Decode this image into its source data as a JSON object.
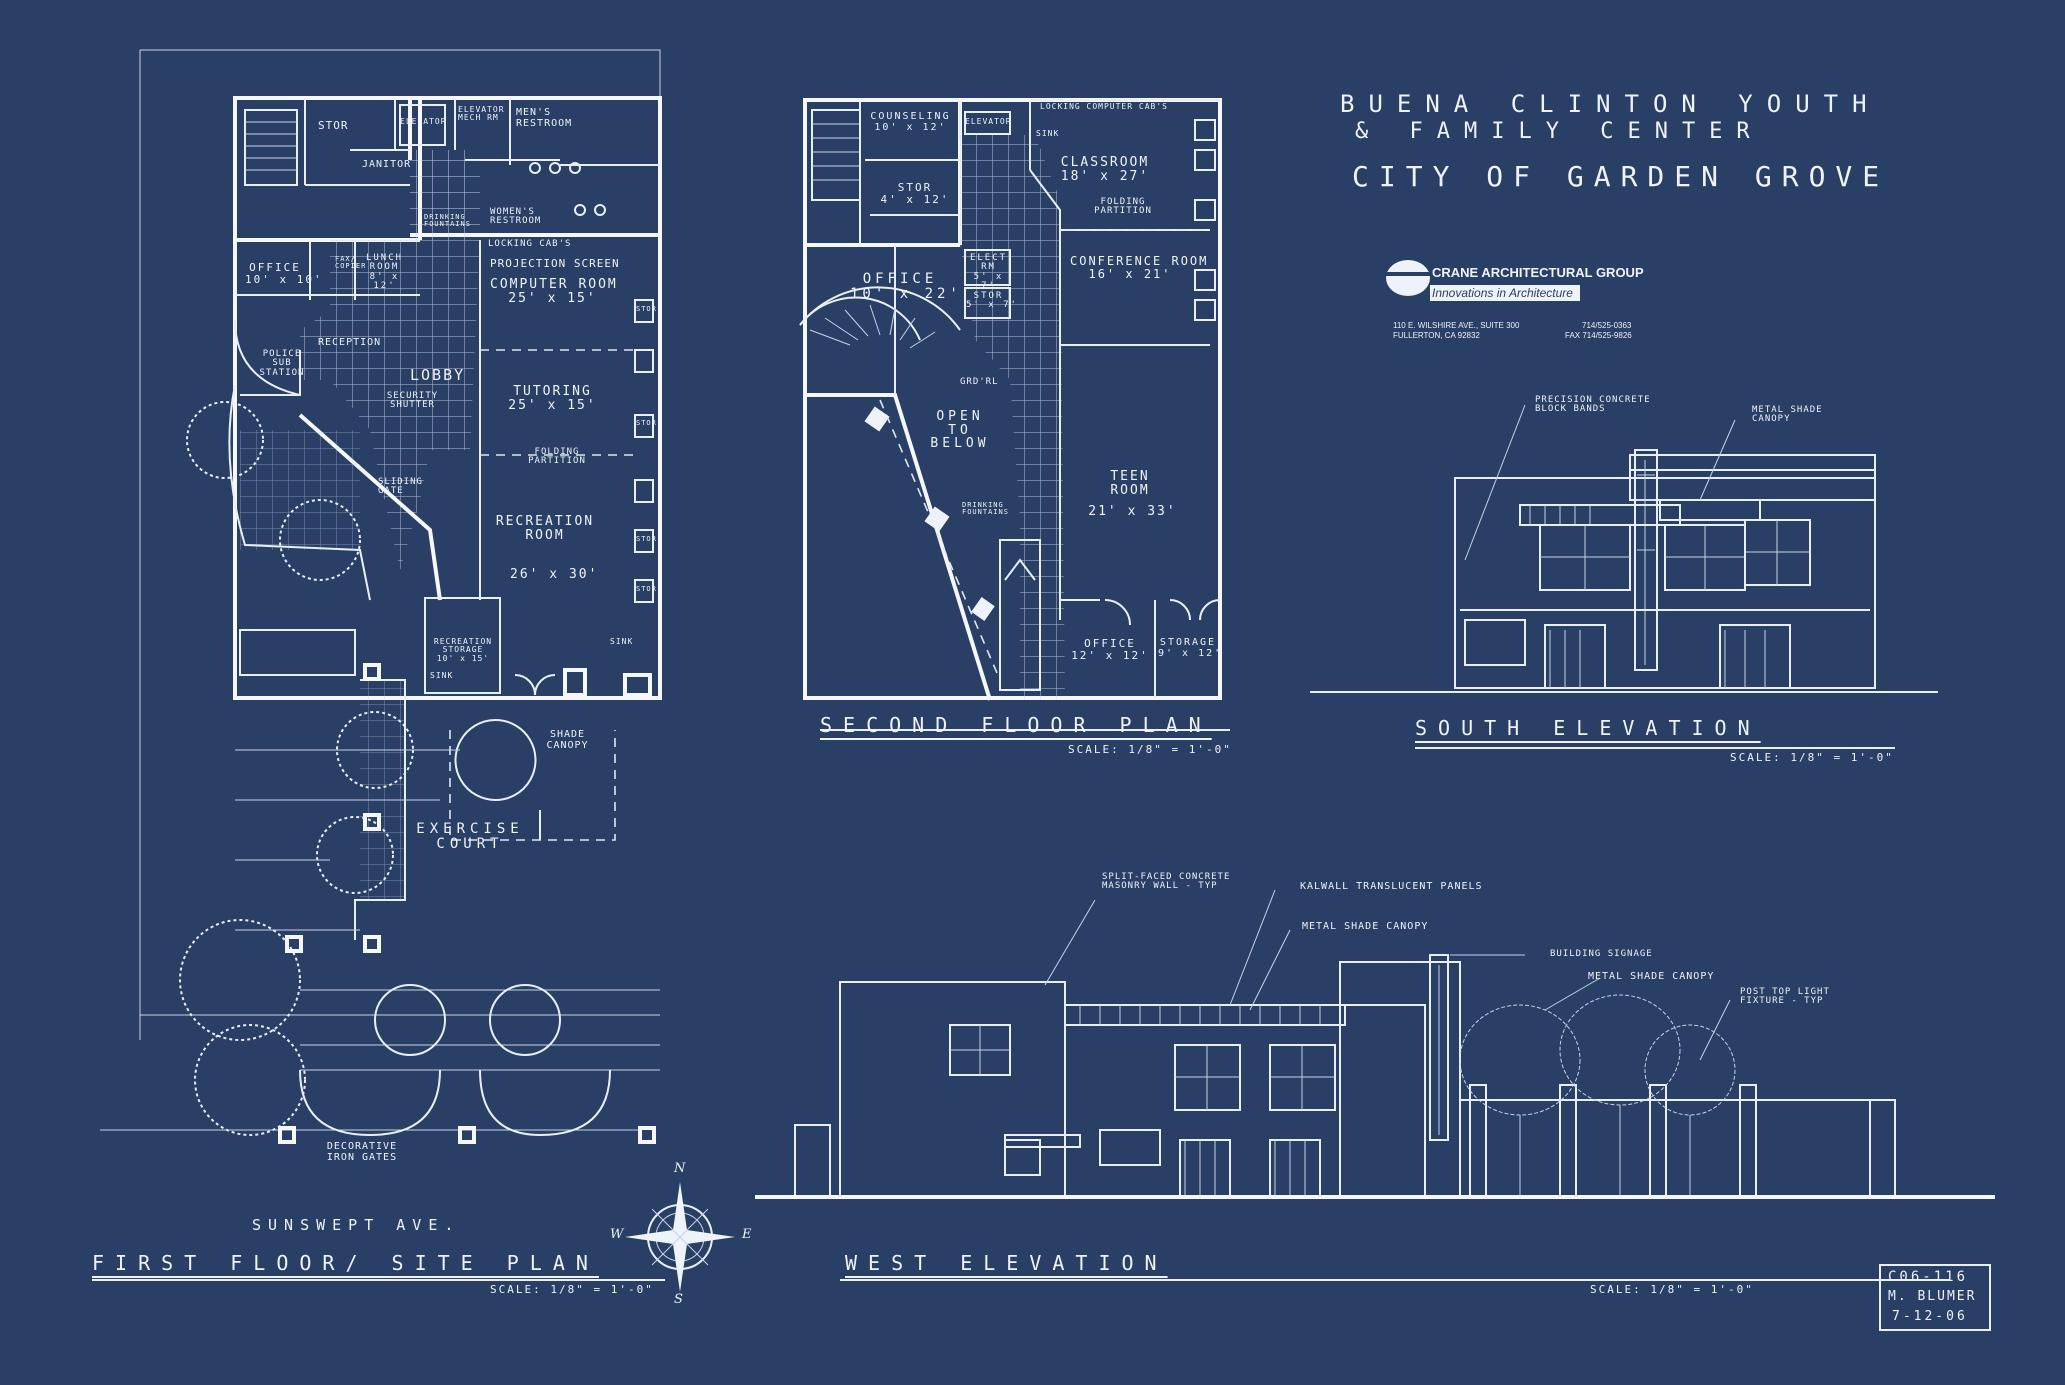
{
  "project_title": {
    "line1": "BUENA CLINTON YOUTH",
    "line2": "& FAMILY CENTER",
    "line3": "CITY OF GARDEN GROVE"
  },
  "firm": {
    "name": "CRANE ARCHITECTURAL GROUP",
    "tagline": "Innovations in Architecture",
    "address1": "110 E. WILSHIRE AVE., SUITE 300",
    "address2": "FULLERTON, CA 92832",
    "phone": "714/525-0363",
    "fax": "FAX 714/525-9826"
  },
  "first_floor": {
    "title": "FIRST FLOOR/ SITE PLAN",
    "scale": "SCALE: 1/8\" = 1'-0\"",
    "rooms": {
      "stor": "STOR",
      "elevator": "ELEVATOR",
      "elev_mech": "ELEVATOR MECH RM",
      "mens": "MEN'S RESTROOM",
      "janitor": "JANITOR",
      "drinking": "DRINKING FOUNTAINS",
      "womens": "WOMEN'S RESTROOM",
      "office": "OFFICE",
      "office_size": "10' x 10'",
      "fax_copier": "FAX/ COPIER",
      "lunch": "LUNCH ROOM",
      "lunch_size": "8' x 12'",
      "locking_cabs": "LOCKING CAB'S",
      "projection": "PROJECTION SCREEN",
      "computer": "COMPUTER ROOM",
      "computer_size": "25' x 15'",
      "reception": "RECEPTION",
      "police": "POLICE SUB STATION",
      "lobby": "LOBBY",
      "security": "SECURITY SHUTTER",
      "tutoring": "TUTORING",
      "tutoring_size": "25' x 15'",
      "folding": "FOLDING PARTITION",
      "sliding": "SLIDING GATE",
      "recreation": "RECREATION ROOM",
      "recreation_size": "26' x 30'",
      "rec_storage": "RECREATION STORAGE",
      "rec_storage_size": "10' x 15'",
      "sink": "SINK",
      "sink2": "SINK",
      "stor_r1": "STOR",
      "stor_r2": "STOR",
      "stor_r3": "STOR",
      "stor_r4": "STOR"
    },
    "shade_canopy": "SHADE CANOPY",
    "exercise": "EXERCISE COURT",
    "gates": "DECORATIVE IRON GATES",
    "street": "SUNSWEPT AVE."
  },
  "second_floor": {
    "title": "SECOND FLOOR PLAN",
    "scale": "SCALE: 1/8\" = 1'-0\"",
    "rooms": {
      "counseling": "COUNSELING",
      "counseling_size": "10' x 12'",
      "elevator": "ELEVATOR",
      "locking": "LOCKING COMPUTER CAB'S",
      "sink": "SINK",
      "stor": "STOR",
      "stor_size": "4' x 12'",
      "classroom": "CLASSROOM",
      "classroom_size": "18' x 27'",
      "folding": "FOLDING PARTITION",
      "office": "OFFICE",
      "office_size": "10' x 22'",
      "elect": "ELECT RM",
      "elect_size": "5' x 7'",
      "stor2": "STOR",
      "stor2_size": "5' x 7'",
      "conference": "CONFERENCE ROOM",
      "conference_size": "16' x 21'",
      "guardrail": "GRD'RL",
      "open": "OPEN TO BELOW",
      "drinking": "DRINKING FOUNTAINS",
      "teen": "TEEN ROOM",
      "teen_size": "21' x 33'",
      "office2": "OFFICE",
      "office2_size": "12' x 12'",
      "storage": "STORAGE",
      "storage_size": "9' x 12'"
    }
  },
  "south_elevation": {
    "title": "SOUTH ELEVATION",
    "scale": "SCALE: 1/8\" = 1'-0\"",
    "notes": {
      "block": "PRECISION CONCRETE BLOCK BANDS",
      "canopy": "METAL SHADE CANOPY"
    }
  },
  "west_elevation": {
    "title": "WEST ELEVATION",
    "scale": "SCALE: 1/8\" = 1'-0\"",
    "notes": {
      "masonry": "SPLIT-FACED CONCRETE MASONRY WALL - TYP",
      "kalwall": "KALWALL TRANSLUCENT PANELS",
      "canopy1": "METAL SHADE CANOPY",
      "signage": "BUILDING SIGNAGE",
      "canopy2": "METAL SHADE CANOPY",
      "light": "POST TOP LIGHT FIXTURE - TYP"
    }
  },
  "compass": {
    "n": "N",
    "s": "S",
    "e": "E",
    "w": "W"
  },
  "stamp": {
    "line1": "C06-116",
    "line2": "M. BLUMER",
    "line3": "7-12-06"
  }
}
